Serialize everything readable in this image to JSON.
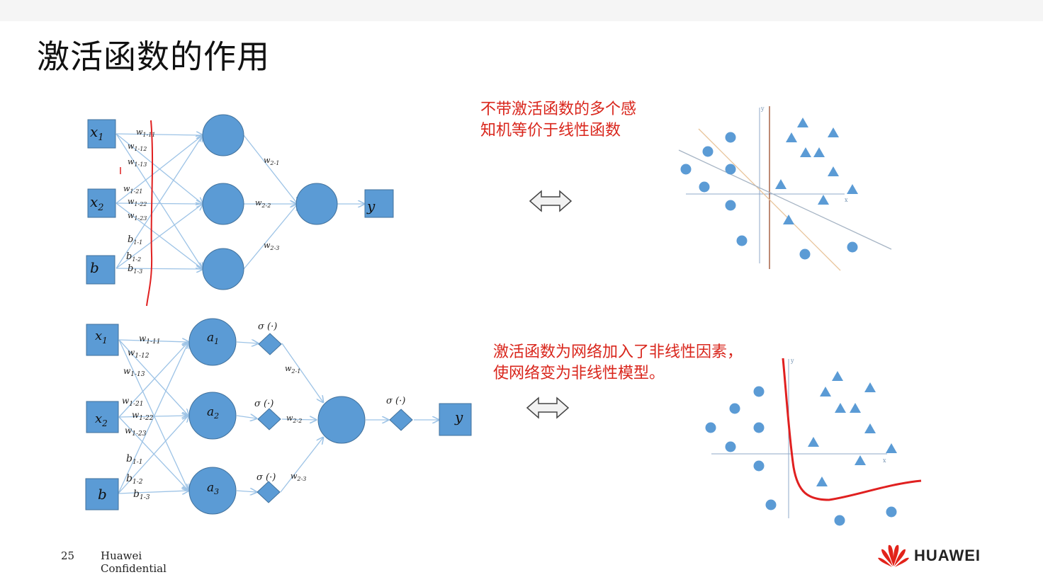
{
  "title": "激活函数的作用",
  "notes": {
    "linear": "不带激活函数的多个感\n知机等价于线性函数",
    "nonlinear": "激活函数为网络加入了非线性因素，\n使网络变为非线性模型。"
  },
  "footer": {
    "page_number": "25",
    "confidential": "Huawei\nConfidential",
    "brand": "HUAWEI"
  },
  "colors": {
    "node_fill": "#5b9bd5",
    "node_stroke": "#41719c",
    "edge": "#9dc3e6",
    "red": "#e02020",
    "text_red": "#d9261c"
  },
  "net_top": {
    "inputs": [
      "x",
      "x",
      "b"
    ],
    "input_subs": [
      "1",
      "2",
      ""
    ],
    "w1_labels": [
      "w",
      "w",
      "w",
      "w",
      "w",
      "w"
    ],
    "w1_subs": [
      "1-11",
      "1-12",
      "1-13",
      "1-21",
      "1-22",
      "1-23"
    ],
    "b_labels": [
      "b",
      "b",
      "b"
    ],
    "b_subs": [
      "1-1",
      "1-2",
      "1-3"
    ],
    "w2_labels": [
      "w",
      "w",
      "w"
    ],
    "w2_subs": [
      "2-1",
      "2-2",
      "2-3"
    ],
    "output": "y"
  },
  "net_bottom": {
    "inputs": [
      "x",
      "x",
      "b"
    ],
    "input_subs": [
      "1",
      "2",
      ""
    ],
    "hidden": [
      "a",
      "a",
      "a"
    ],
    "hidden_subs": [
      "1",
      "2",
      "3"
    ],
    "w1_labels": [
      "w",
      "w",
      "w",
      "w",
      "w",
      "w"
    ],
    "w1_subs": [
      "1-11",
      "1-12",
      "1-13",
      "1-21",
      "1-22",
      "1-23"
    ],
    "b_labels": [
      "b",
      "b",
      "b"
    ],
    "b_subs": [
      "1-1",
      "1-2",
      "1-3"
    ],
    "w2_labels": [
      "w",
      "w",
      "w"
    ],
    "w2_subs": [
      "2-1",
      "2-2",
      "2-3"
    ],
    "sigma": "σ (·)",
    "output": "y"
  },
  "plot_axes": {
    "x_label": "x",
    "y_label": "y"
  }
}
